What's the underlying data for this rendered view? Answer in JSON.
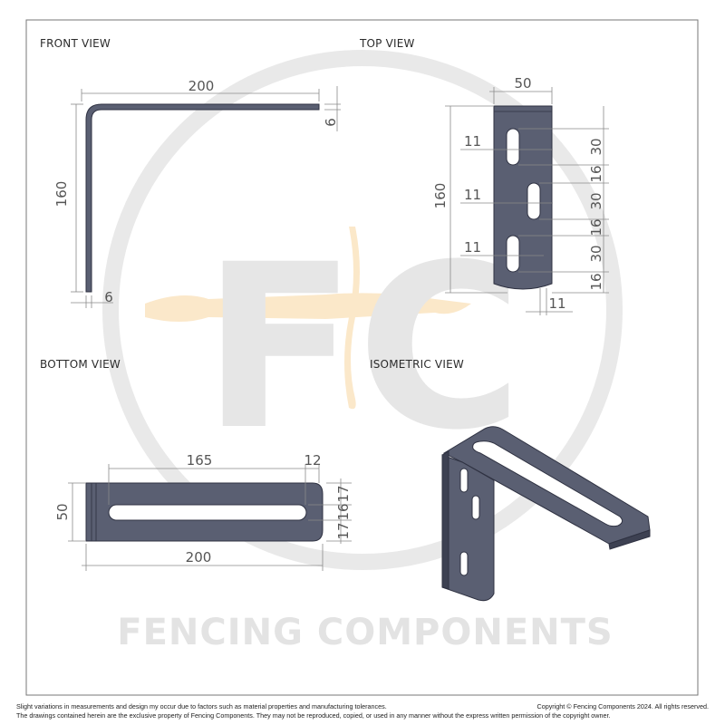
{
  "views": {
    "front": "FRONT VIEW",
    "top": "TOP VIEW",
    "bottom": "BOTTOM VIEW",
    "iso": "ISOMETRIC VIEW"
  },
  "dims": {
    "front": {
      "length": "200",
      "height": "160",
      "thickness_top": "6",
      "thickness_bottom": "6"
    },
    "top": {
      "width": "50",
      "height": "160",
      "slot1": "11",
      "slot2": "11",
      "slot3": "11",
      "slot_bottom": "11",
      "s30a": "30",
      "s16a": "16",
      "s30b": "30",
      "s16b": "16",
      "s30c": "30",
      "s16c": "16"
    },
    "bottom": {
      "slot_len": "165",
      "end": "12",
      "width": "50",
      "total": "200",
      "e17a": "17",
      "e16": "16",
      "e17b": "17"
    }
  },
  "watermark": {
    "logo_text": "FC",
    "brand": "FENCING COMPONENTS",
    "color": "#e6e6e6",
    "accent": "#fbe6c4"
  },
  "footer": {
    "left_line1": "Slight variations in measurements and design my occur due to factors such as material properties and manufacturing tolerances.",
    "left_line2": "The drawings contained herein are the exclusive property of Fencing Components. They may not be reproduced, copied, or used in any manner without the express written permission of the copyright owner.",
    "right": "Copyright © Fencing Components 2024. All rights reserved."
  },
  "colors": {
    "part": "#5a5f72",
    "outline": "#2f3242",
    "dimension": "#8a8a8a"
  }
}
